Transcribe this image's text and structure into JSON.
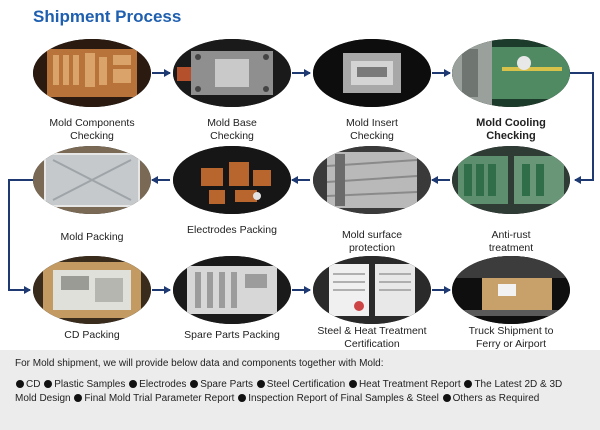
{
  "title": "Shipment Process",
  "steps": [
    {
      "label": "Mold Components\nChecking"
    },
    {
      "label": "Mold Base\nChecking"
    },
    {
      "label": "Mold Insert\nChecking"
    },
    {
      "label": "Mold Cooling\nChecking"
    },
    {
      "label": "Anti-rust\ntreatment"
    },
    {
      "label": "Mold surface\nprotection"
    },
    {
      "label": "Electrodes Packing"
    },
    {
      "label": "Mold Packing"
    },
    {
      "label": "CD Packing"
    },
    {
      "label": "Spare Parts Packing"
    },
    {
      "label": "Steel & Heat Treatment\nCertification"
    },
    {
      "label": "Truck Shipment to\nFerry or Airport"
    }
  ],
  "footer": {
    "intro": "For Mold shipment, we will provide below data and components together with Mold:",
    "items": [
      "CD",
      "Plastic Samples",
      "Electrodes",
      "Spare Parts",
      "Steel Certification",
      "Heat Treatment Report",
      "The Latest 2D & 3D Mold Design",
      "Final Mold Trial Parameter Report",
      "Inspection Report of Final Samples & Steel",
      "Others as Required"
    ]
  },
  "colors": {
    "title": "#1f5fb0",
    "arrow": "#1f3a73",
    "footer_bg": "#ececec"
  }
}
